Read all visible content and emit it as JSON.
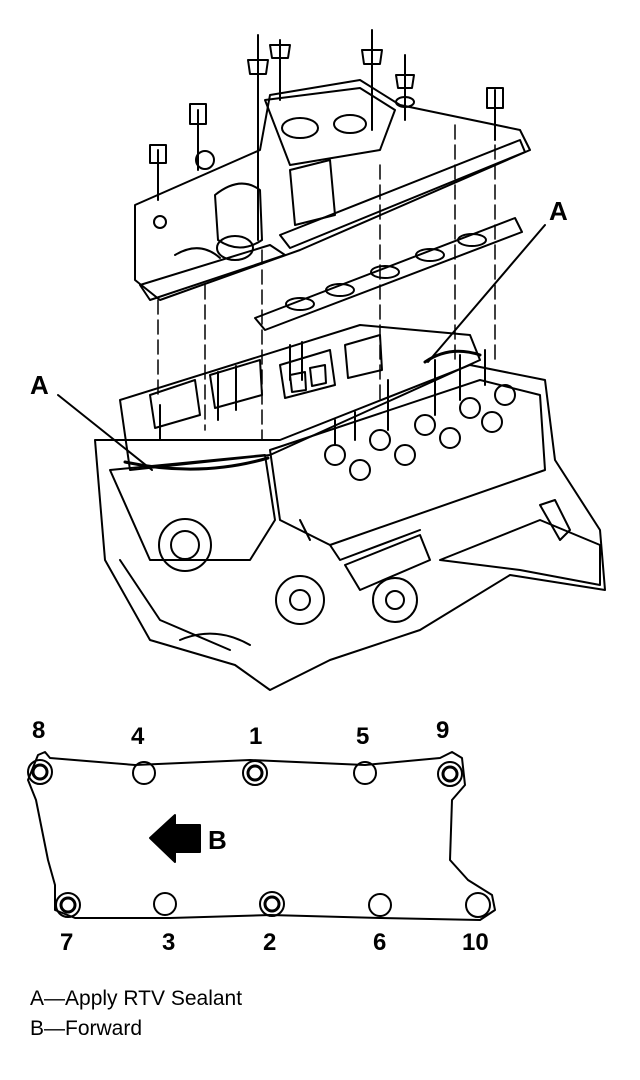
{
  "callouts": {
    "a_upper": "A",
    "a_left": "A",
    "b_arrow": "B"
  },
  "torque_sequence": {
    "top_row": [
      "8",
      "4",
      "1",
      "5",
      "9"
    ],
    "bottom_row": [
      "7",
      "3",
      "2",
      "6",
      "10"
    ]
  },
  "legend": [
    {
      "key": "A",
      "text": "—Apply RTV Sealant"
    },
    {
      "key": "B",
      "text": "—Forward"
    }
  ]
}
